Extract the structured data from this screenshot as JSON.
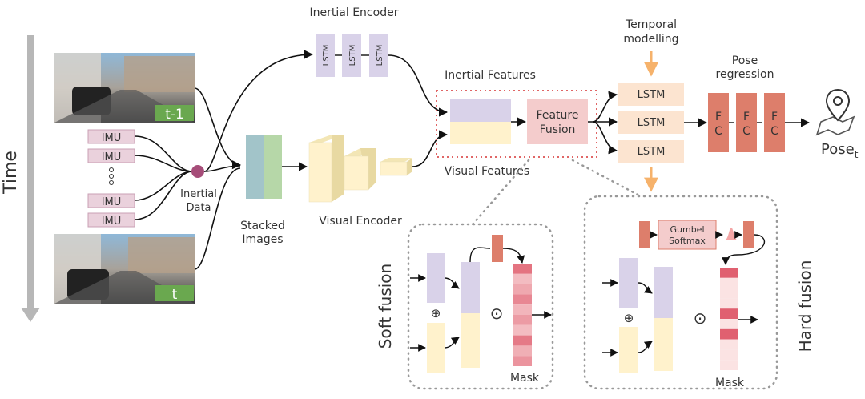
{
  "labels": {
    "time": "Time",
    "frame_prev": "t-1",
    "frame_curr": "t",
    "imu": [
      "IMU",
      "IMU",
      "IMU",
      "IMU"
    ],
    "inertial_data": [
      "Inertial",
      "Data"
    ],
    "inertial_encoder": "Inertial Encoder",
    "lstm_small": [
      "LSTM",
      "LSTM",
      "LSTM"
    ],
    "stacked_images": [
      "Stacked",
      "Images"
    ],
    "visual_encoder": "Visual Encoder",
    "inertial_features": "Inertial Features",
    "visual_features": "Visual Features",
    "feature_fusion": [
      "Feature",
      "Fusion"
    ],
    "temporal_modelling": [
      "Temporal",
      "modelling"
    ],
    "lstm_temporal": [
      "LSTM",
      "LSTM",
      "LSTM"
    ],
    "pose_regression": [
      "Pose",
      "regression"
    ],
    "fc": [
      [
        "F",
        "C"
      ],
      [
        "F",
        "C"
      ],
      [
        "F",
        "C"
      ]
    ],
    "pose_output": "Pose",
    "pose_subscript": "t",
    "soft_fusion": "Soft fusion",
    "hard_fusion": "Hard fusion",
    "mask": "Mask",
    "mask_hard": "Mask",
    "gumbel": [
      "Gumbel",
      "Softmax"
    ],
    "oplus": "⊕",
    "odot": "⊙"
  },
  "colors": {
    "lavender": "#d9d2e9",
    "cream": "#fff2cc",
    "peach": "#fce4d0",
    "pink_box": "#f4cccc",
    "fc_red": "#dd7e6b",
    "imu_box": "#ead1dc",
    "inertial_dot": "#a64d79",
    "stack_teal": "#a2c4c9",
    "stack_green": "#b6d7a8",
    "dotted_red": "#e06666",
    "dotted_grey": "#999999",
    "orange_arrow": "#f6b26b",
    "frame_label": "#6aa84f",
    "time_arrow": "#b7b7b7"
  },
  "soft_mask_levels": [
    0.85,
    0.3,
    0.45,
    0.7,
    0.35,
    0.55,
    0.3,
    0.8,
    0.4,
    0.6
  ],
  "hard_mask_levels": [
    1,
    0,
    0,
    0,
    1,
    0,
    1,
    0,
    0,
    0
  ]
}
